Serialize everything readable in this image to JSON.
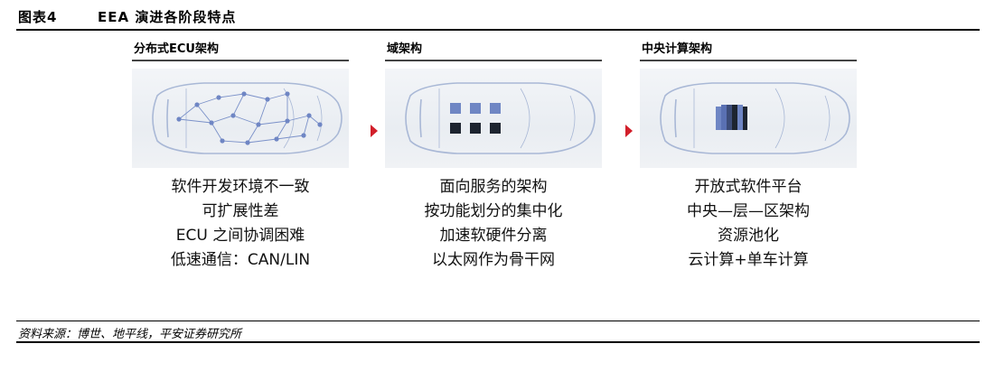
{
  "figure": {
    "label": "图表4",
    "title": "EEA 演进各阶段特点"
  },
  "stages": [
    {
      "title": "分布式ECU架构",
      "features": [
        "软件开发环境不一致",
        "可扩展性差",
        "ECU 之间协调困难",
        "低速通信：CAN/LIN"
      ]
    },
    {
      "title": "域架构",
      "features": [
        "面向服务的架构",
        "按功能划分的集中化",
        "加速软硬件分离",
        "以太网作为骨干网"
      ]
    },
    {
      "title": "中央计算架构",
      "features": [
        "开放式软件平台",
        "中央—层—区架构",
        "资源池化",
        "云计算+单车计算"
      ]
    }
  ],
  "source": {
    "text": "资料来源：博世、地平线，平安证券研究所"
  },
  "colors": {
    "arrow": "#d21f2a",
    "car_outline": "#a9b8d6",
    "node": "#6f86c4",
    "block_dark": "#1d2430",
    "block_light": "#6f86c4"
  }
}
